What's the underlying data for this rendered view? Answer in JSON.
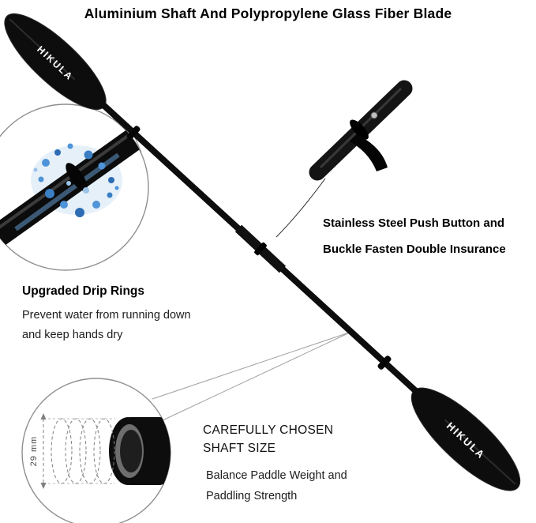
{
  "title": "Aluminium Shaft And Polypropylene Glass Fiber Blade",
  "brand": "HIKULA",
  "colors": {
    "paddle": "#0d0d0d",
    "water": "#4f93d8",
    "callout_stroke": "#8a8a8a"
  },
  "callouts": {
    "buckle": {
      "line1": "Stainless Steel Push Button and",
      "line2": "Buckle Fasten Double Insurance"
    },
    "drip": {
      "heading": "Upgraded Drip Rings",
      "line1": "Prevent water from running down",
      "line2": "and keep hands dry"
    },
    "shaft": {
      "heading1": "CAREFULLY CHOSEN",
      "heading2": "SHAFT SIZE",
      "line1": "Balance Paddle Weight and",
      "line2": "Paddling Strength",
      "diameter": "29 mm"
    }
  }
}
